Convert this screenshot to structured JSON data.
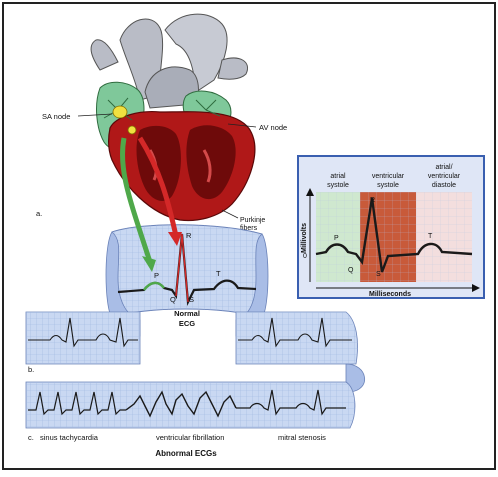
{
  "labels": {
    "sa_node": "SA node",
    "av_node": "AV node",
    "purkinje_line1": "Purkinje",
    "purkinje_line2": "fibers",
    "panel_a": "a.",
    "panel_b": "b.",
    "panel_c": "c.",
    "normal_ecg_line1": "Normal",
    "normal_ecg_line2": "ECG",
    "abnormal_ecgs": "Abnormal ECGs",
    "sinus_tachycardia": "sinus tachycardia",
    "ventricular_fibrillation": "ventricular fibrillation",
    "mitral_stenosis": "mitral stenosis"
  },
  "waves": {
    "P": "P",
    "Q": "Q",
    "R": "R",
    "S": "S",
    "T": "T"
  },
  "inset": {
    "atrial_systole_line1": "atrial",
    "atrial_systole_line2": "systole",
    "ventricular_systole_line1": "ventricular",
    "ventricular_systole_line2": "systole",
    "diastole_line1": "atrial/",
    "diastole_line2": "ventricular",
    "diastole_line3": "diastole",
    "y_axis": "Millivolts",
    "x_axis": "Milliseconds",
    "zero": "0"
  },
  "colors": {
    "frame": "#222222",
    "strip_fill": "#c9d8f2",
    "strip_grid": "#9fb6df",
    "trace": "#1a1a1a",
    "heart_red": "#b01818",
    "heart_dark": "#6e0a0a",
    "vessel_gray": "#b9bcc6",
    "atrium_green": "#7fc89a",
    "arrow_green": "#4fa84a",
    "arrow_red": "#d42828",
    "inset_border": "#3a5fb0",
    "inset_bg": "#dfe6f6",
    "atrial_band": "#cfe8cf",
    "ventricular_band": "#c85a3a",
    "diastole_band": "#f3dede"
  }
}
